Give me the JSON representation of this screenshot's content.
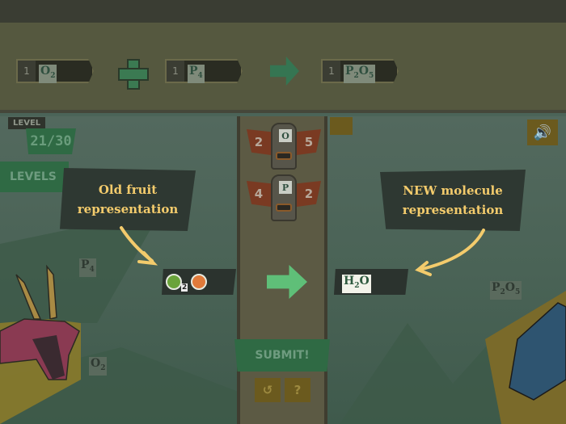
{
  "equation": {
    "reactants": [
      {
        "count": "1",
        "formula": "O",
        "sub": "2"
      },
      {
        "count": "1",
        "formula": "P",
        "sub": "4"
      }
    ],
    "product": {
      "count": "1",
      "formula_html": [
        "P",
        "2",
        "O",
        "5"
      ]
    },
    "plus_icon": "plus-icon",
    "arrow_icon": "arrow-right-icon"
  },
  "level": {
    "label": "LEVEL",
    "value": "21/30"
  },
  "levels_button": "LEVELS",
  "sound_icon": "speaker-icon",
  "totems": [
    {
      "left": "2",
      "element": "O",
      "right": "5"
    },
    {
      "left": "4",
      "element": "P",
      "right": "2"
    }
  ],
  "callouts": {
    "left": [
      "Old fruit",
      "representation"
    ],
    "right": [
      "NEW molecule",
      "representation"
    ]
  },
  "fruit_slot": {
    "subscript": "2",
    "fruits": [
      "green-cabbage",
      "orange-fruit"
    ]
  },
  "molecule_slot": {
    "H": "H",
    "sub": "2",
    "O": "O"
  },
  "floating_labels": {
    "p4": {
      "el": "P",
      "sub": "4"
    },
    "o2": {
      "el": "O",
      "sub": "2"
    },
    "p2o5": {
      "a": "P",
      "b": "2",
      "c": "O",
      "d": "5"
    }
  },
  "submit_button": "SUBMIT!",
  "undo_icon": "↺",
  "help_label": "?",
  "colors": {
    "accent_yellow": "#f3cb6c",
    "green_button": "#2f6a44",
    "arrow_green": "#5fbf78"
  }
}
